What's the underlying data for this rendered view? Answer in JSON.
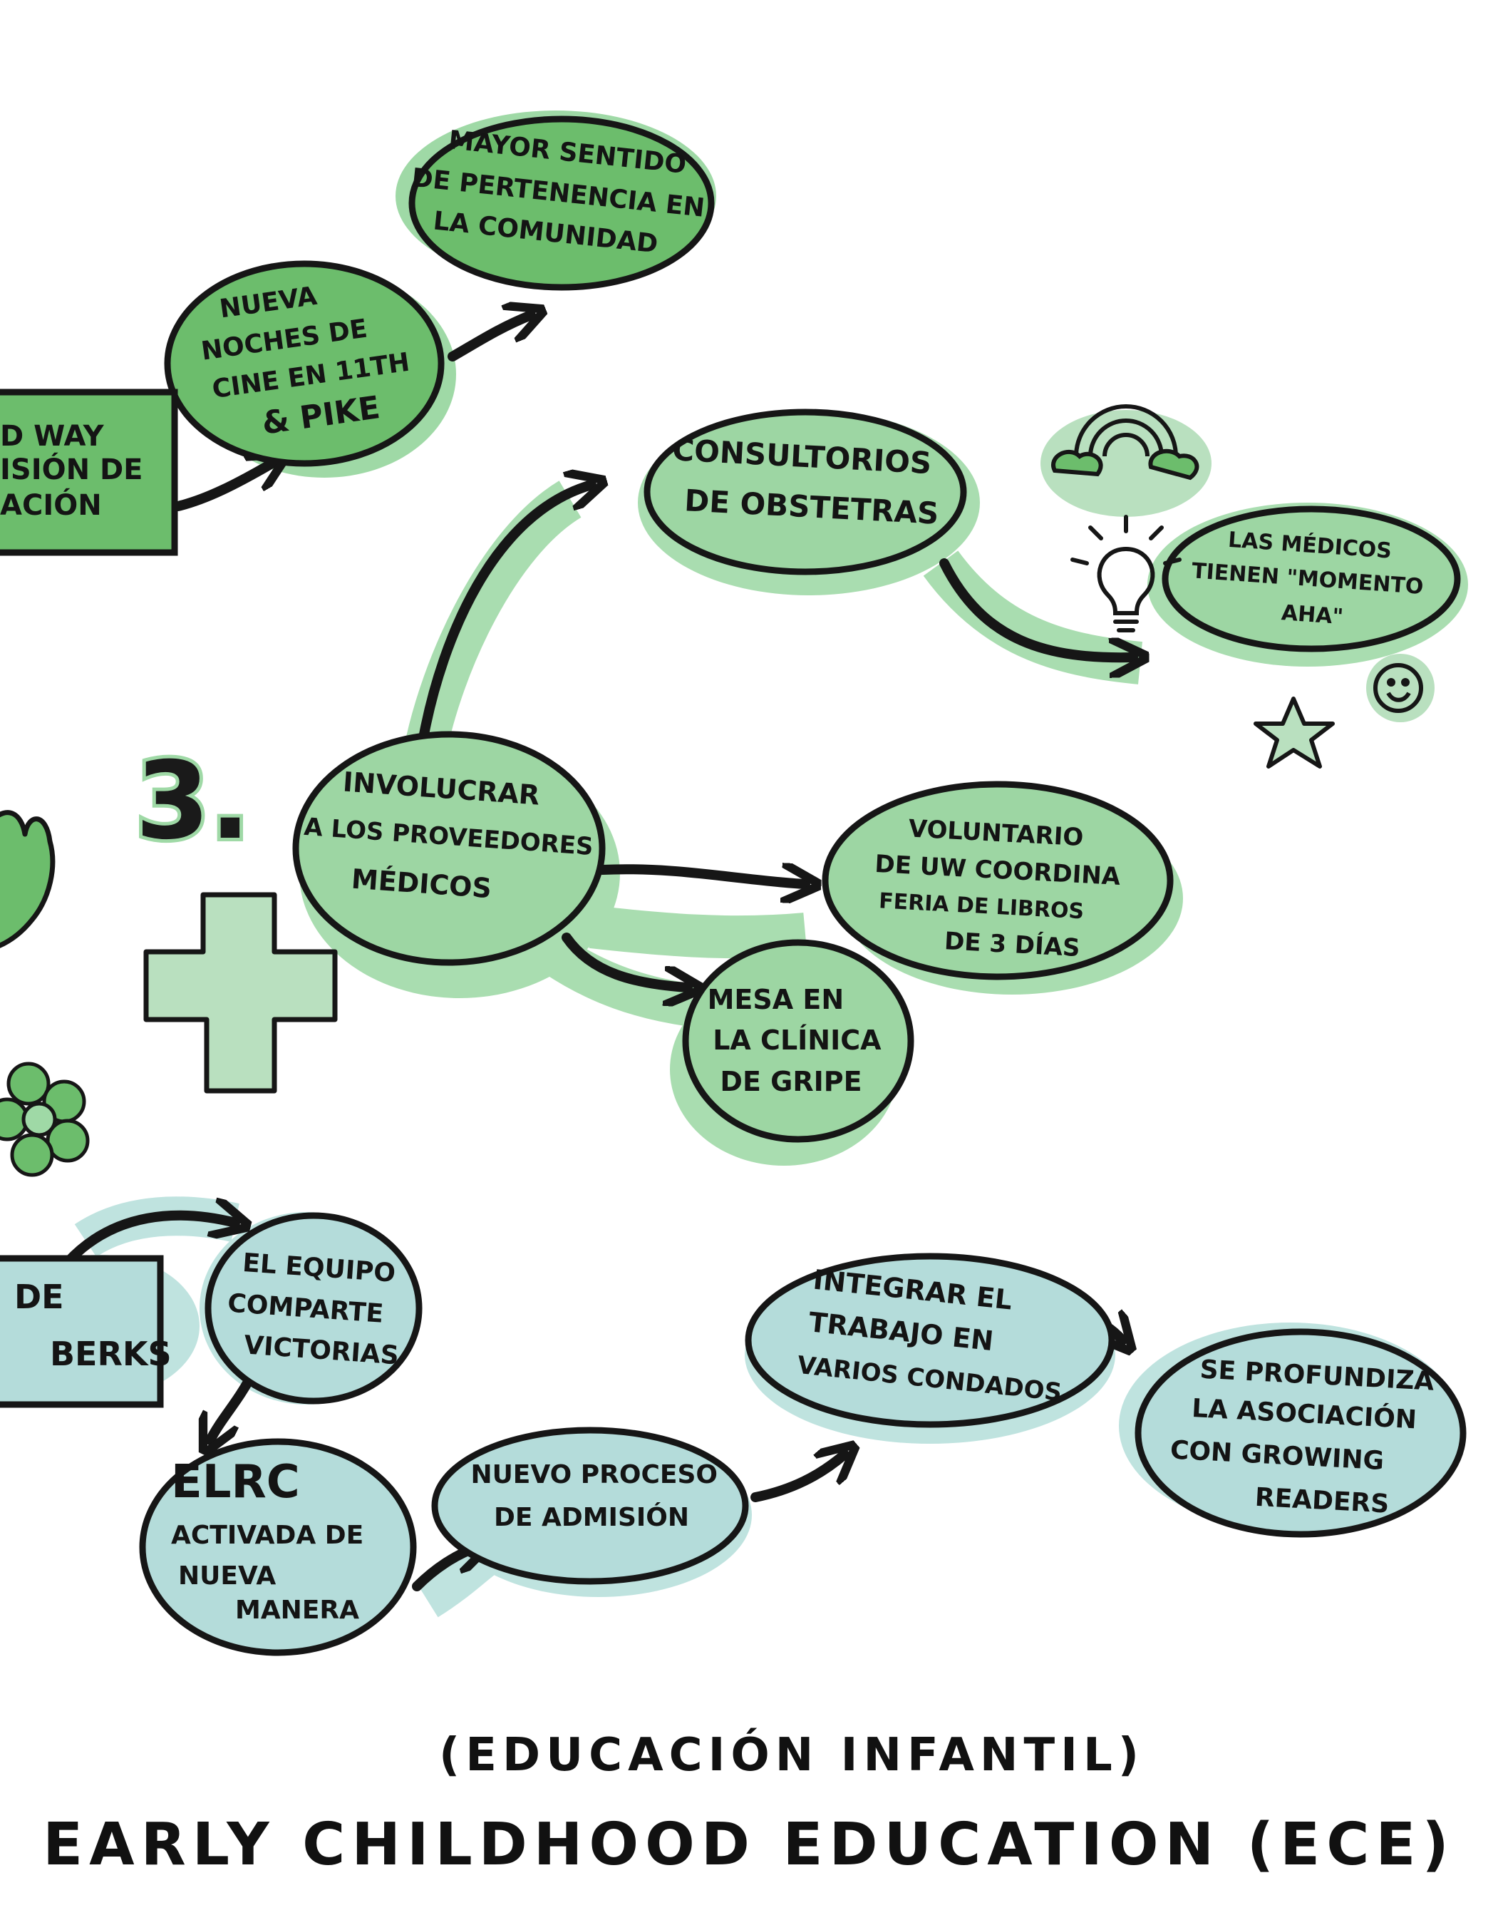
{
  "colors": {
    "dark_green": "#6cbd6c",
    "mid_green": "#9dd6a3",
    "light_blue": "#b4dcda",
    "halo_green": "#9fd9a6",
    "halo_blue": "#bfe3df",
    "outline": "#161616"
  },
  "nodes": {
    "mayor_sentido": [
      "MAYOR SENTIDO",
      "DE PERTENENCIA EN",
      "LA COMUNIDAD"
    ],
    "noches_cine": [
      "NUEVA",
      "NOCHES DE",
      "CINE EN 11TH",
      "& PIKE"
    ],
    "united_way_box": [
      "D WAY",
      "ISIÓN DE",
      "ACIÓN"
    ],
    "consultorios": [
      "CONSULTORIOS",
      "DE OBSTETRAS"
    ],
    "medicos_aha": [
      "LAS MÉDICOS",
      "TIENEN \"MOMENTO",
      "AHA\""
    ],
    "involucrar": [
      "INVOLUCRAR",
      "A LOS PROVEEDORES",
      "MÉDICOS"
    ],
    "voluntario": [
      "VOLUNTARIO",
      "DE UW COORDINA",
      "FERIA DE LIBROS",
      "DE 3 DÍAS"
    ],
    "mesa_clinica": [
      "MESA EN",
      "LA CLÍNICA",
      "DE GRIPE"
    ],
    "berks_box": [
      "DE",
      "BERKS"
    ],
    "equipo": [
      "EL EQUIPO",
      "COMPARTE",
      "VICTORIAS"
    ],
    "elrc": [
      "ELRC",
      "ACTIVADA DE",
      "NUEVA",
      "MANERA"
    ],
    "nuevo_proceso": [
      "NUEVO PROCESO",
      "DE ADMISIÓN"
    ],
    "integrar": [
      "INTEGRAR EL",
      "TRABAJO EN",
      "VARIOS CONDADOS"
    ],
    "asociacion": [
      "SE PROFUNDIZA",
      "LA ASOCIACIÓN",
      "CON GROWING",
      "READERS"
    ]
  },
  "step_number": "3.",
  "captions": {
    "subtitle": "(EDUCACIÓN INFANTIL)",
    "title": "EARLY CHILDHOOD EDUCATION (ECE)"
  },
  "icons": [
    "rainbow-icon",
    "lightbulb-icon",
    "smiley-icon",
    "star-icon",
    "medical-cross-icon",
    "hand-icon",
    "flower-icon"
  ]
}
